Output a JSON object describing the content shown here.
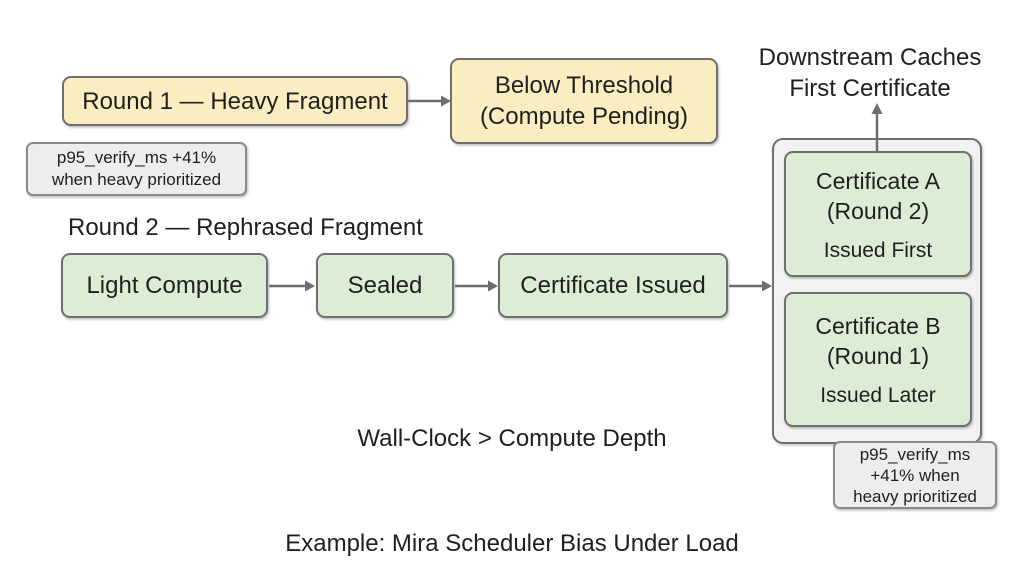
{
  "colors": {
    "yellow": "#fbedc2",
    "green": "#dcecd5",
    "note_bg": "#ededed",
    "container_bg": "#f2f2f2",
    "border": "#6f6f6f",
    "arrow": "#6e6e6e",
    "text": "#1f1f1f"
  },
  "round1": {
    "heavy_fragment": "Round 1 — Heavy Fragment",
    "below_threshold": "Below Threshold\n(Compute Pending)",
    "note": "p95_verify_ms +41%\nwhen heavy prioritized"
  },
  "round2": {
    "label": "Round 2 — Rephrased Fragment",
    "steps": [
      "Light Compute",
      "Sealed",
      "Certificate Issued"
    ]
  },
  "output": {
    "caption": "Downstream Caches\nFirst Certificate",
    "cert_a": {
      "title": "Certificate A\n(Round 2)",
      "status": "Issued First"
    },
    "cert_b": {
      "title": "Certificate B\n(Round 1)",
      "status": "Issued Later"
    },
    "note": "p95_verify_ms\n+41% when\nheavy prioritized"
  },
  "footer": {
    "comparison": "Wall-Clock > Compute Depth",
    "example": "Example: Mira Scheduler Bias Under Load"
  }
}
